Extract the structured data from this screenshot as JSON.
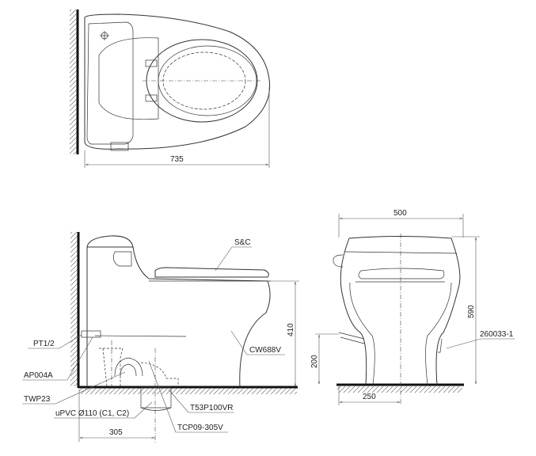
{
  "top_view": {
    "width_dim": "735"
  },
  "side_view": {
    "height_dim": "410",
    "offset_dim": "305",
    "labels": {
      "seat": "S&C",
      "body": "CW688V",
      "pt": "PT1/2",
      "valve": "AP004A",
      "trap": "TWP23",
      "pipe": "uPVC Ø110 (C1, C2)",
      "flange": "T53P100VR",
      "adapter": "TCP09-305V"
    }
  },
  "front_view": {
    "width_dim": "500",
    "height_dim": "590",
    "supply_height_dim": "200",
    "supply_offset_dim": "250",
    "labels": {
      "hose": "260033-1"
    }
  }
}
